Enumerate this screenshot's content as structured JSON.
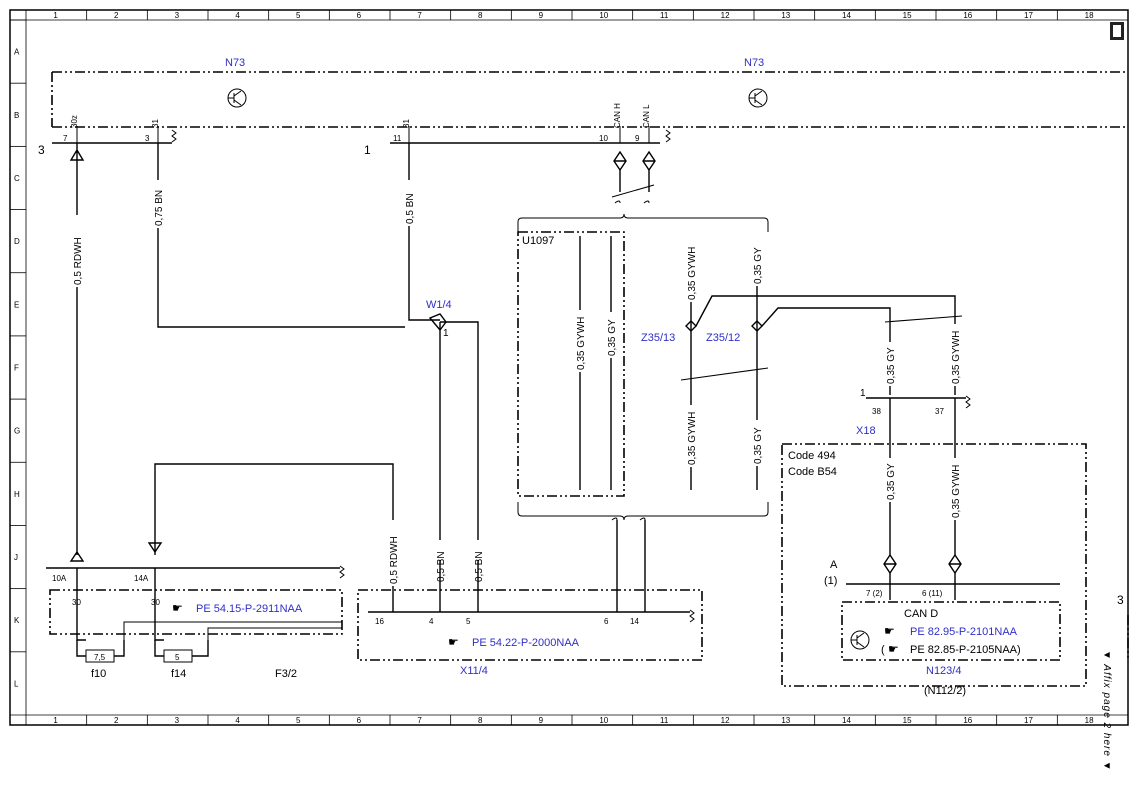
{
  "grid": {
    "columns": [
      "1",
      "2",
      "3",
      "4",
      "5",
      "6",
      "7",
      "8",
      "9",
      "10",
      "11",
      "12",
      "13",
      "14",
      "15",
      "16",
      "17",
      "18"
    ],
    "rows": [
      "A",
      "B",
      "C",
      "D",
      "E",
      "F",
      "G",
      "H",
      "J",
      "K",
      "L"
    ]
  },
  "components": {
    "n73_left": "N73",
    "n73_right": "N73",
    "u1097": "U1097",
    "w1_4": "W1/4",
    "w1_4_pin": "1",
    "z35_13": "Z35/13",
    "z35_12": "Z35/12",
    "x18": "X18",
    "x18_pin": "1",
    "x11_4": "X11/4",
    "f3_2": "F3/2",
    "f10": "f10",
    "f14": "f14",
    "n123_4": "N123/4",
    "n112_2": "(N112/2)",
    "code_494": "Code 494",
    "code_b54": "Code B54",
    "can_d": "CAN D",
    "conn_a": "A",
    "conn_a_num": "(1)",
    "left_3": "3",
    "mid_1": "1",
    "right_3": "3"
  },
  "pins": {
    "p7": "7",
    "p30z": "30z",
    "p3": "3",
    "p31a": "31",
    "p11": "11",
    "p31b": "31",
    "p10": "10",
    "pcanh": "CAN H",
    "p9": "9",
    "pcanl": "CAN L",
    "p10a": "10A",
    "p14a": "14A",
    "p30a": "30",
    "p30b": "30",
    "p16": "16",
    "p4": "4",
    "p5": "5",
    "p6": "6",
    "p14": "14",
    "p38": "38",
    "p37": "37",
    "p7_2": "7 (2)",
    "p6_11": "6 (11)",
    "fuse_f10": "7,5",
    "fuse_f14": "5"
  },
  "wires": {
    "w1": "0,5 RDWH",
    "w2": "0,75 BN",
    "w3": "0,5 BN",
    "u_gywh": "0,35 GYWH",
    "u_gy": "0,35 GY",
    "z_gywh_top": "0,35 GYWH",
    "z_gy_top": "0,35 GY",
    "z_gywh_bot": "0,35 GYWH",
    "z_gy_bot": "0,35 GY",
    "x18_gy_top": "0,35 GY",
    "x18_gywh_top": "0,35 GYWH",
    "x18_gy_bot": "0,35 GY",
    "x18_gywh_bot": "0,35 GYWH",
    "x11_rdwh": "0,5 RDWH",
    "x11_bn1": "0,5 BN",
    "x11_bn2": "0,5 BN"
  },
  "references": {
    "pe_54_15": "PE 54.15-P-2911NAA",
    "pe_54_22": "PE 54.22-P-2000NAA",
    "pe_82_95": "PE 82.95-P-2101NAA",
    "pe_82_85": "PE 82.85-P-2105NAA)",
    "pe_82_85_open": "("
  },
  "margin_note": "▼ Affix page 2 here ▼",
  "colors": {
    "link": "#2f2fc8",
    "line": "#000000"
  }
}
